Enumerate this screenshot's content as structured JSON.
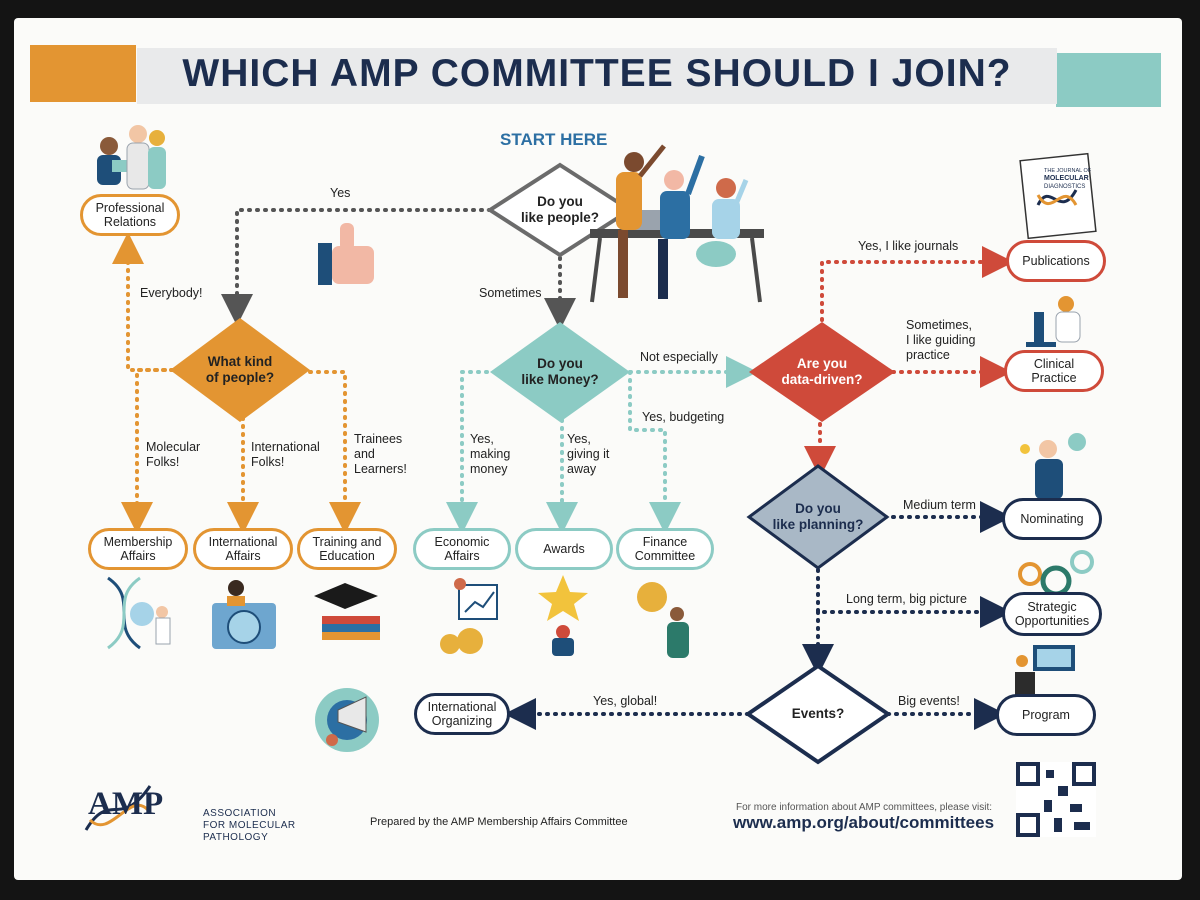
{
  "title": "WHICH AMP COMMITTEE SHOULD I JOIN?",
  "start_label": "START HERE",
  "decisions": {
    "people": "Do you\nlike people?",
    "kind": "What kind\nof people?",
    "money": "Do you\nlike Money?",
    "data": "Are you\ndata-driven?",
    "planning": "Do you\nlike planning?",
    "events": "Events?"
  },
  "committees": {
    "professional_relations": "Professional\nRelations",
    "membership_affairs": "Membership\nAffairs",
    "international_affairs": "International\nAffairs",
    "training_education": "Training and\nEducation",
    "economic_affairs": "Economic\nAffairs",
    "awards": "Awards",
    "finance_committee": "Finance\nCommittee",
    "publications": "Publications",
    "clinical_practice": "Clinical\nPractice",
    "nominating": "Nominating",
    "strategic_opportunities": "Strategic\nOpportunities",
    "international_organizing": "International\nOrganizing",
    "program": "Program"
  },
  "edges": {
    "yes": "Yes",
    "sometimes": "Sometimes",
    "everybody": "Everybody!",
    "molecular_folks": "Molecular\nFolks!",
    "international_folks": "International\nFolks!",
    "trainees": "Trainees\nand\nLearners!",
    "not_especially": "Not especially",
    "yes_budgeting": "Yes, budgeting",
    "yes_making_money": "Yes,\nmaking\nmoney",
    "yes_giving": "Yes,\ngiving it\naway",
    "yes_journals": "Yes, I like journals",
    "sometimes_guiding": "Sometimes,\nI like guiding\npractice",
    "medium_term": "Medium term",
    "long_term": "Long term, big picture",
    "yes_global": "Yes, global!",
    "big_events": "Big events!"
  },
  "journal_cover": {
    "line1": "THE JOURNAL OF",
    "line2": "MOLECULAR",
    "line3": "DIAGNOSTICS"
  },
  "footer": {
    "prepared_by": "Prepared by the AMP Membership Affairs Committee",
    "info": "For more information about AMP committees, please visit:",
    "url": "www.amp.org/about/committees"
  },
  "logo": {
    "mark": "AMP",
    "line1": "ASSOCIATION",
    "line2": "FOR MOLECULAR",
    "line3": "PATHOLOGY"
  },
  "colors": {
    "orange": "#e39532",
    "teal": "#8ccbc4",
    "red": "#cf4a3a",
    "navy": "#1c2d4e",
    "slate": "#a9b8c6"
  },
  "icons": [
    "thumbs-up-icon",
    "team-illustration",
    "professionals-illustration",
    "journal-cover-icon",
    "scientist-microscope-icon",
    "dna-lab-icon",
    "globe-person-icon",
    "graduation-cap-icon",
    "money-chart-icon",
    "star-trophy-icon",
    "coin-person-icon",
    "presenter-icon",
    "gears-icon",
    "video-call-icon",
    "megaphone-globe-icon",
    "qr-code-icon"
  ]
}
